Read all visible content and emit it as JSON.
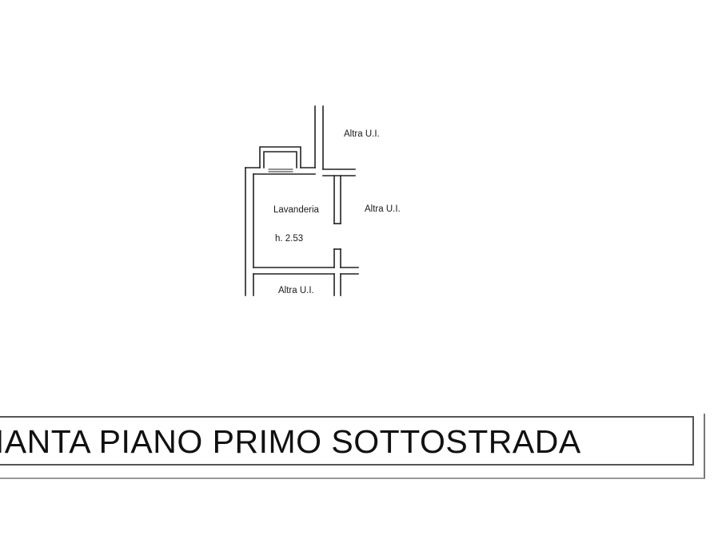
{
  "plan": {
    "room_name": "Lavanderia",
    "room_height": "h. 2.53",
    "neighbor_top": "Altra U.I.",
    "neighbor_right": "Altra U.I.",
    "neighbor_bottom": "Altra U.I."
  },
  "title": "PIANTA PIANO PRIMO SOTTOSTRADA"
}
